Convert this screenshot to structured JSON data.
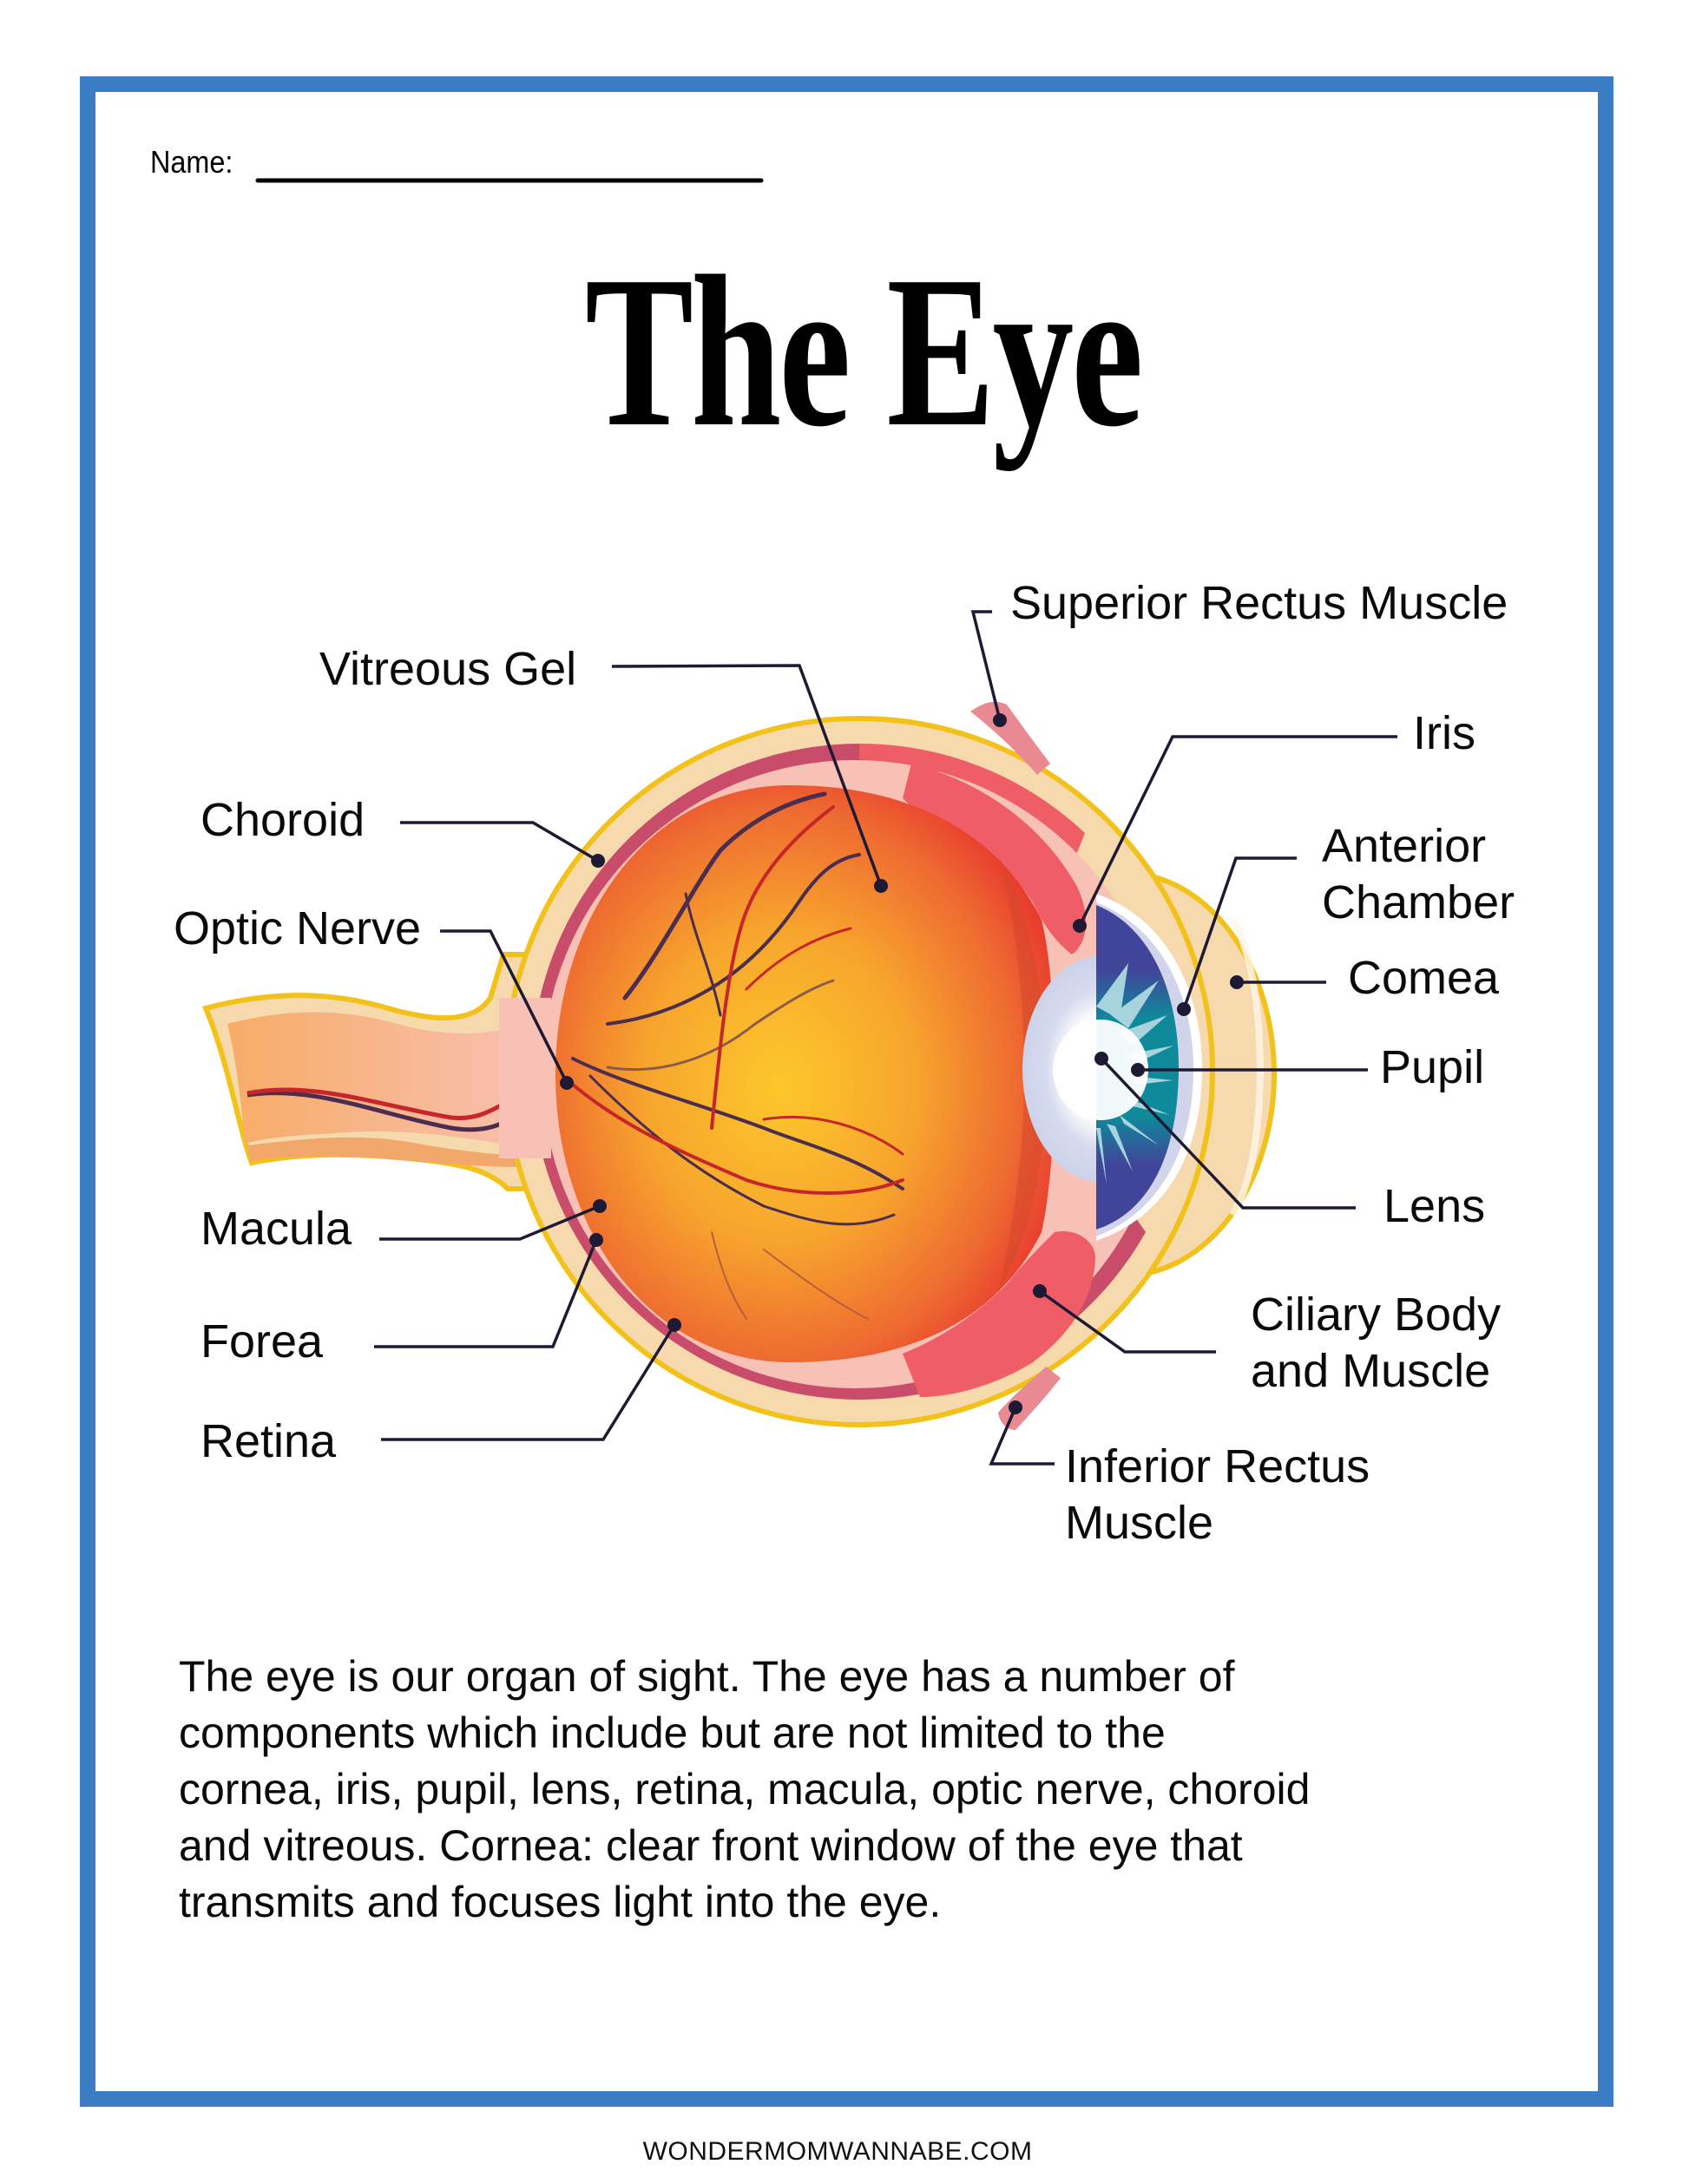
{
  "worksheet": {
    "name_label": "Name:",
    "title": "The Eye",
    "border_color": "#3b7dc4"
  },
  "diagram": {
    "labels": {
      "vitreous_gel": "Vitreous Gel",
      "choroid": "Choroid",
      "optic_nerve": "Optic Nerve",
      "macula": "Macula",
      "forea": "Forea",
      "retina": "Retina",
      "superior_rectus": "Superior Rectus Muscle",
      "iris": "Iris",
      "anterior_chamber": [
        "Anterior",
        "Chamber"
      ],
      "comea": "Comea",
      "pupil": "Pupil",
      "lens": "Lens",
      "ciliary_body": [
        "Ciliary Body",
        "and Muscle"
      ],
      "inferior_rectus": [
        "Inferior Rectus",
        "Muscle"
      ]
    },
    "colors": {
      "sclera_outline": "#f2c21b",
      "sclera": "#f6d9ad",
      "choroid": "#c94d6a",
      "retina": "#f7c1b5",
      "ciliary_muscle": "#ef5d67",
      "vitreous_center": "#fbc42a",
      "vitreous_edge": "#e8392e",
      "iris": "#414599",
      "iris_inner": "#0e8a9b",
      "lens": "#d0d6ea",
      "leader_line": "#1e1a33"
    }
  },
  "description": {
    "lines": [
      "The eye is our organ of sight. The eye has a number of",
      "components which include but are not limited to the",
      "cornea, iris, pupil, lens, retina, macula, optic nerve, choroid",
      "and vitreous. Cornea: clear front window of the eye that",
      "transmits and focuses light into the eye."
    ]
  },
  "footer": {
    "site": "WONDERMOMWANNABE.COM"
  }
}
